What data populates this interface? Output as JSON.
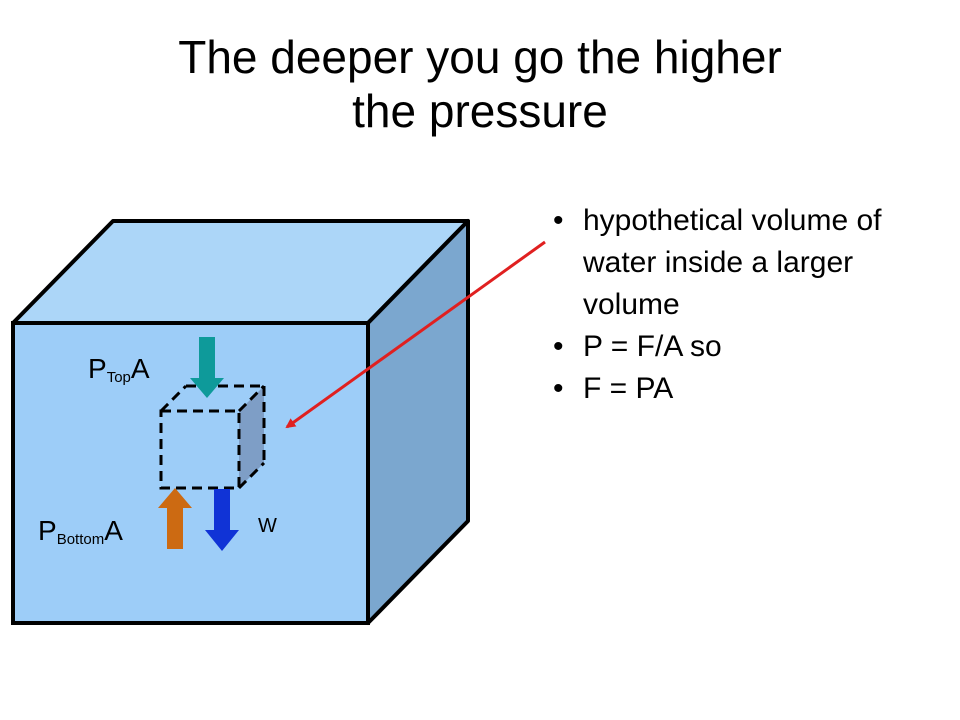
{
  "title": {
    "line1": "The deeper you go the higher",
    "line2": "the pressure"
  },
  "bullets": [
    "hypothetical volume of water inside a larger volume",
    "P = F/A so",
    "F = PA"
  ],
  "bullet_char": "•",
  "labels": {
    "p_top_main": "P",
    "p_top_sub": "Top",
    "p_top_a": "A",
    "p_bottom_main": "P",
    "p_bottom_sub": "Bottom",
    "p_bottom_a": "A",
    "weight": "W"
  },
  "colors": {
    "front_face": "#9DCDF8",
    "top_face": "#ACD6F8",
    "side_face": "#7BA7CF",
    "small_side": "#7E9EC6",
    "arrow_top": "#0E9A9A",
    "arrow_bottom": "#CC6A12",
    "arrow_weight": "#1033D6",
    "pointer": "#E02020",
    "stroke": "#000000"
  }
}
